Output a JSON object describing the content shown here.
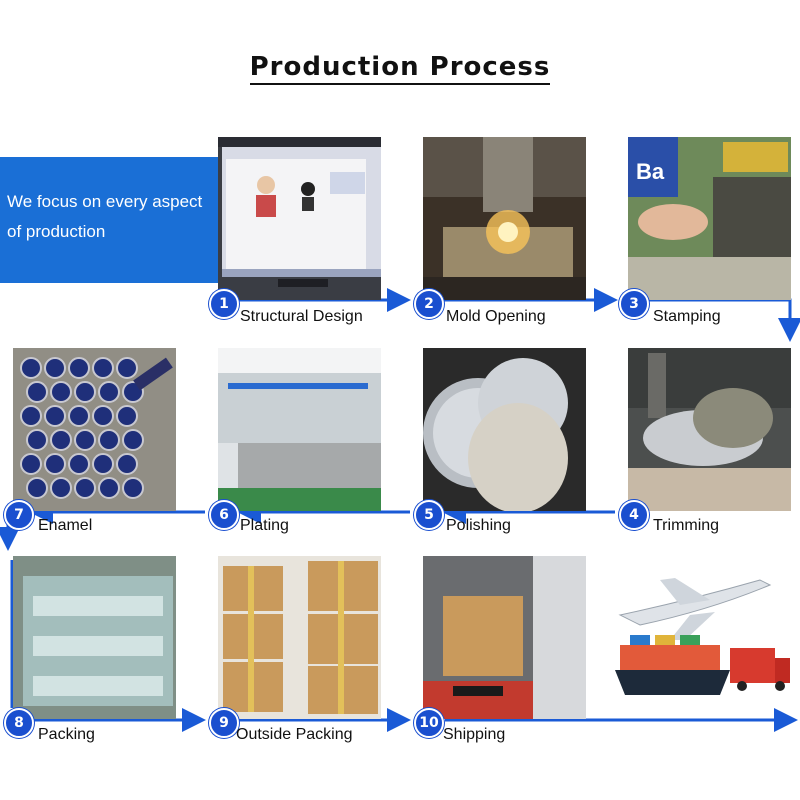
{
  "title": "Production Process",
  "tagline": {
    "line1": "We focus on every aspect",
    "line2": "of production"
  },
  "colors": {
    "accent": "#1a6fd6",
    "badge": "#1a4fcf",
    "arrow": "#1a5ad6"
  },
  "steps": [
    {
      "number": "1",
      "label": "Structural Design",
      "image": "computer-monitor-design-photo"
    },
    {
      "number": "2",
      "label": "Mold Opening",
      "image": "mold-cnc-sparks-photo"
    },
    {
      "number": "3",
      "label": "Stamping",
      "image": "stamping-press-photo"
    },
    {
      "number": "4",
      "label": "Trimming",
      "image": "drilling-trimming-photo"
    },
    {
      "number": "5",
      "label": "Polishing",
      "image": "polishing-coins-photo"
    },
    {
      "number": "6",
      "label": "Plating",
      "image": "plating-line-photo"
    },
    {
      "number": "7",
      "label": "Enamel",
      "image": "enamel-pins-photo"
    },
    {
      "number": "8",
      "label": "Packing",
      "image": "bagged-products-photo"
    },
    {
      "number": "9",
      "label": "Outside Packing",
      "image": "cardboard-boxes-photo"
    },
    {
      "number": "10",
      "label": "Shipping",
      "image": "container-truck-photo"
    }
  ],
  "transport_graphic": "plane-ship-truck-icon"
}
